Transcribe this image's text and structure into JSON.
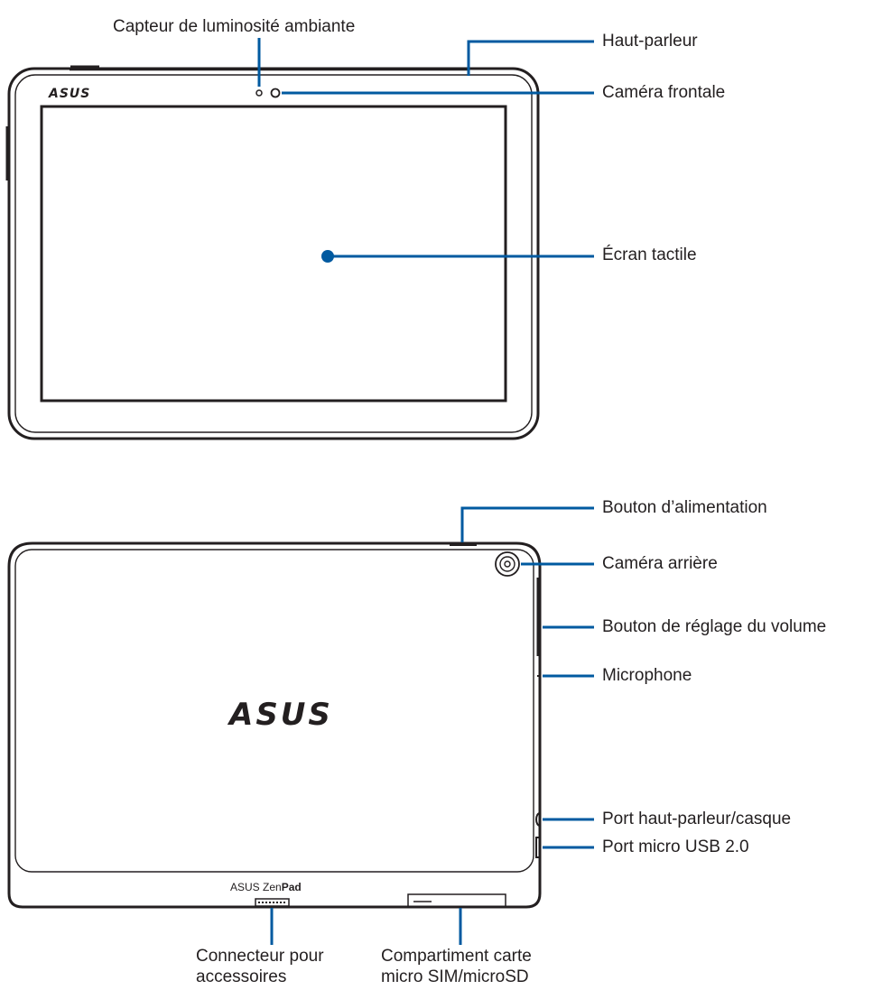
{
  "front_view": {
    "brand_logo": "ASUS",
    "labels": {
      "ambient_light_sensor": "Capteur de luminosité ambiante",
      "speaker": "Haut-parleur",
      "front_camera": "Caméra frontale",
      "touch_screen": "Écran tactile"
    }
  },
  "rear_view": {
    "brand_logo": "ASUS",
    "model_brand": "ASUS",
    "model_name_light": "Zen",
    "model_name_bold": "Pad",
    "labels": {
      "power_button": "Bouton d’alimentation",
      "rear_camera": "Caméra arrière",
      "volume_button": "Bouton de réglage du volume",
      "microphone": "Microphone",
      "headphone_port": "Port haut-parleur/casque",
      "micro_usb_port": "Port micro USB 2.0",
      "accessory_connector_line1": "Connecteur pour",
      "accessory_connector_line2": "accessoires",
      "sim_slot_line1": "Compartiment carte",
      "sim_slot_line2": "micro SIM/microSD"
    }
  },
  "colors": {
    "callout_line": "#005aa0",
    "device_outline": "#231f20"
  }
}
